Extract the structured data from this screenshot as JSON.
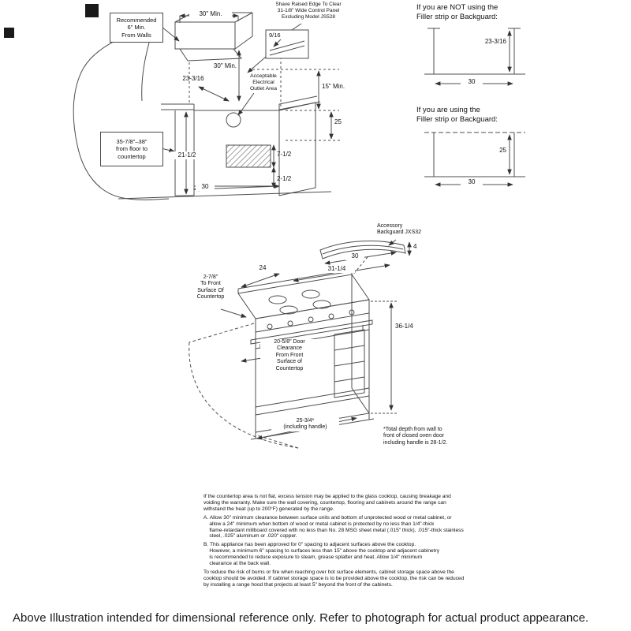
{
  "caption": "Above Illustration intended for dimensional reference only. Refer to photograph for actual product appearance.",
  "cabinet": {
    "recommended_note": "Recommended\n6\" Min.\nFrom Walls",
    "dim_30min_top": "30\" Min.",
    "shave_note": "Shave Raised Edge To Clear\n31-1/8\" Wide Control Panel\nExcluding Model JS528",
    "dim_9_16": "9/16",
    "dim_30min_vert": "30\" Min.",
    "dim_23_3_16": "23-3/16",
    "outlet_note": "Acceptable\nElectrical\nOutlet Area",
    "dim_15min": "15\" Min.",
    "dim_25": "25",
    "floor_note": "35-7/8\"–38\"\nfrom floor to\ncountertop",
    "dim_21_1_2": "21-1/2",
    "dim_7_1_2": "7-1/2",
    "dim_2_1_2": "2-1/2",
    "dim_30_bottom": "30"
  },
  "panel_no_filler": {
    "title": "If you are NOT using the\nFiller strip or Backguard:",
    "dim_height": "23-3/16",
    "dim_width": "30"
  },
  "panel_filler": {
    "title": "If you are using the\nFiller strip or Backguard:",
    "dim_height": "25",
    "dim_width": "30"
  },
  "range": {
    "accessory_note": "Accessory\nBackguard   JXS32",
    "dim_30_backguard": "30",
    "dim_4": "4",
    "dim_24": "24",
    "dim_31_1_4": "31-1/4",
    "front_surface_note": "2-7/8\"\nTo Front\nSurface Of\nCountertop",
    "dim_36_1_4": "36-1/4",
    "door_clearance_note": "20-5/8\" Door\nClearance\nFrom Front\nSurface of\nCountertop",
    "dim_25_3_4": "25-3/4*\n(including handle)",
    "total_depth_note": "*Total depth from wall to\nfront of closed oven door\nincluding handle is 28-1/2."
  },
  "fine_print": {
    "para1": "If the countertop area is not flat, excess tension may be applied to the glass cooktop, causing breakage and\nvoiding the warranty. Make sure the wall covering, countertop, flooring and cabinets around the range can\nwithstand the heat (up to 200°F) generated by the range.",
    "item_a": "A. Allow 30\" minimum clearance between surface units and bottom of unprotected wood or metal cabinet, or\n    allow a 24\" minimum when bottom of wood or metal cabinet is protected by no less than 1/4\"-thick\n    flame-retardant millboard covered with no less than No. 28 MSG sheet metal (.015\" thick), .015\"-thick stainless\n    steel, .025\" aluminum or .020\" copper.",
    "item_b": "B. This appliance has been approved for 0\" spacing to adjacent surfaces above the cooktop.\n    However, a minimum 6\" spacing to surfaces less than 15\" above the cooktop and adjacent cabinetry\n    is recommended to reduce exposure to steam, grease splatter and heat. Allow 1/4\" minimum\n    clearance at the back wall.",
    "para2": "To reduce the risk of burns or fire when reaching over hot surface elements, cabinet storage space above the\ncooktop should be avoided. If cabinet storage space is to be provided above the cooktop, the risk can be reduced\nby installing a range hood that projects at least 5\" beyond the front of the cabinets."
  }
}
